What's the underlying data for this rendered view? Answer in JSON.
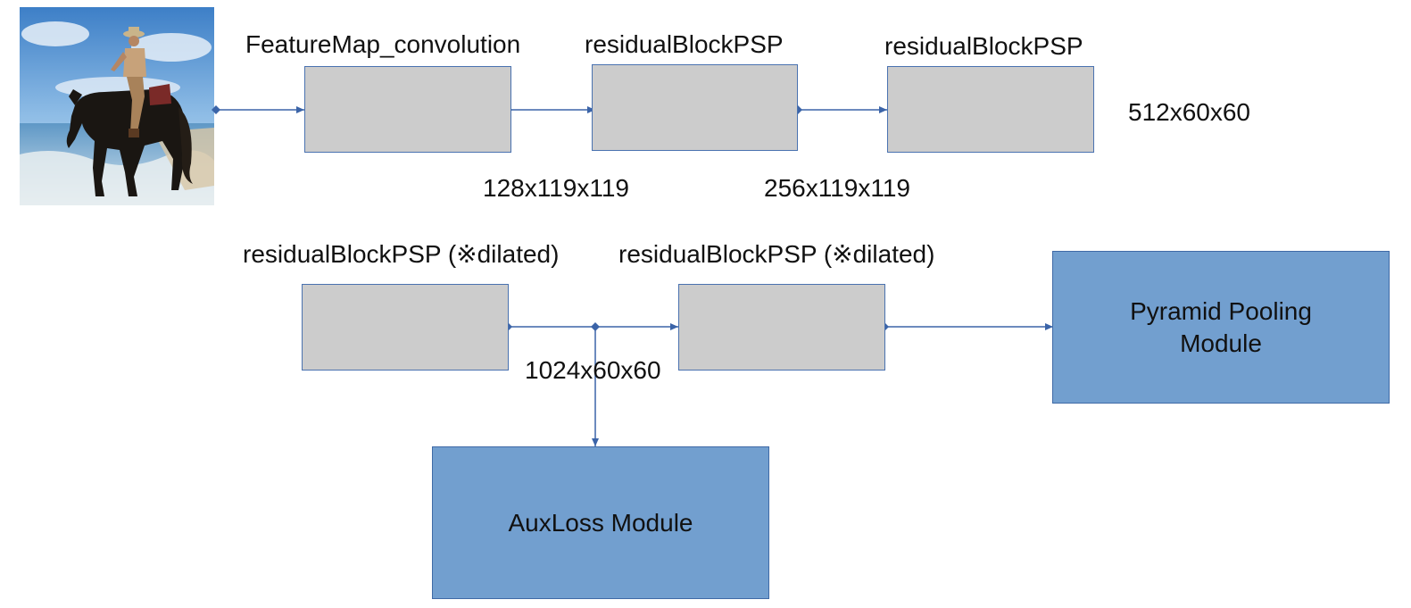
{
  "input_image": {
    "alt": "input photo"
  },
  "blocks": {
    "feature_map": {
      "label": "FeatureMap_convolution"
    },
    "res1": {
      "label": "residualBlockPSP"
    },
    "res2": {
      "label": "residualBlockPSP"
    },
    "dil1": {
      "label": "residualBlockPSP (※dilated)"
    },
    "dil2": {
      "label": "residualBlockPSP (※dilated)"
    },
    "pyramid": {
      "label": "Pyramid Pooling\nModule"
    },
    "auxloss": {
      "label": "AuxLoss Module"
    }
  },
  "dimensions": {
    "d1": "128x119x119",
    "d2": "256x119x119",
    "d3": "512x60x60",
    "d4": "1024x60x60"
  },
  "colors": {
    "gray_box": "#cccccc",
    "blue_box": "#729fcf",
    "connector": "#3b64a8"
  }
}
